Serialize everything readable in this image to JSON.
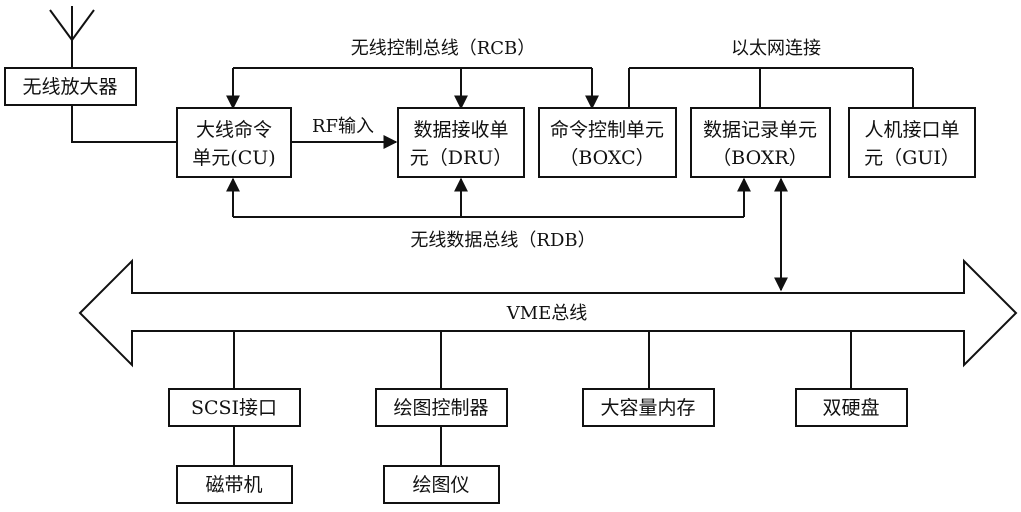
{
  "buses": {
    "rcb_label": "无线控制总线（RCB）",
    "ethernet_label": "以太网连接",
    "rf_input_label": "RF输入",
    "rdb_label": "无线数据总线（RDB）",
    "vme_label": "VME总线"
  },
  "antenna": {
    "amplifier_label": "无线放大器"
  },
  "units": {
    "cu": {
      "line1": "大线命令",
      "line2": "单元(CU)"
    },
    "dru": {
      "line1": "数据接收单",
      "line2": "元（DRU）"
    },
    "boxc": {
      "line1": "命令控制单元",
      "line2": "（BOXC）"
    },
    "boxr": {
      "line1": "数据记录单元",
      "line2": "（BOXR）"
    },
    "gui": {
      "line1": "人机接口单",
      "line2": "元（GUI）"
    }
  },
  "peripherals": {
    "scsi": "SCSI接口",
    "tape": "磁带机",
    "plot_controller": "绘图控制器",
    "plotter": "绘图仪",
    "memory": "大容量内存",
    "hdd": "双硬盘"
  }
}
